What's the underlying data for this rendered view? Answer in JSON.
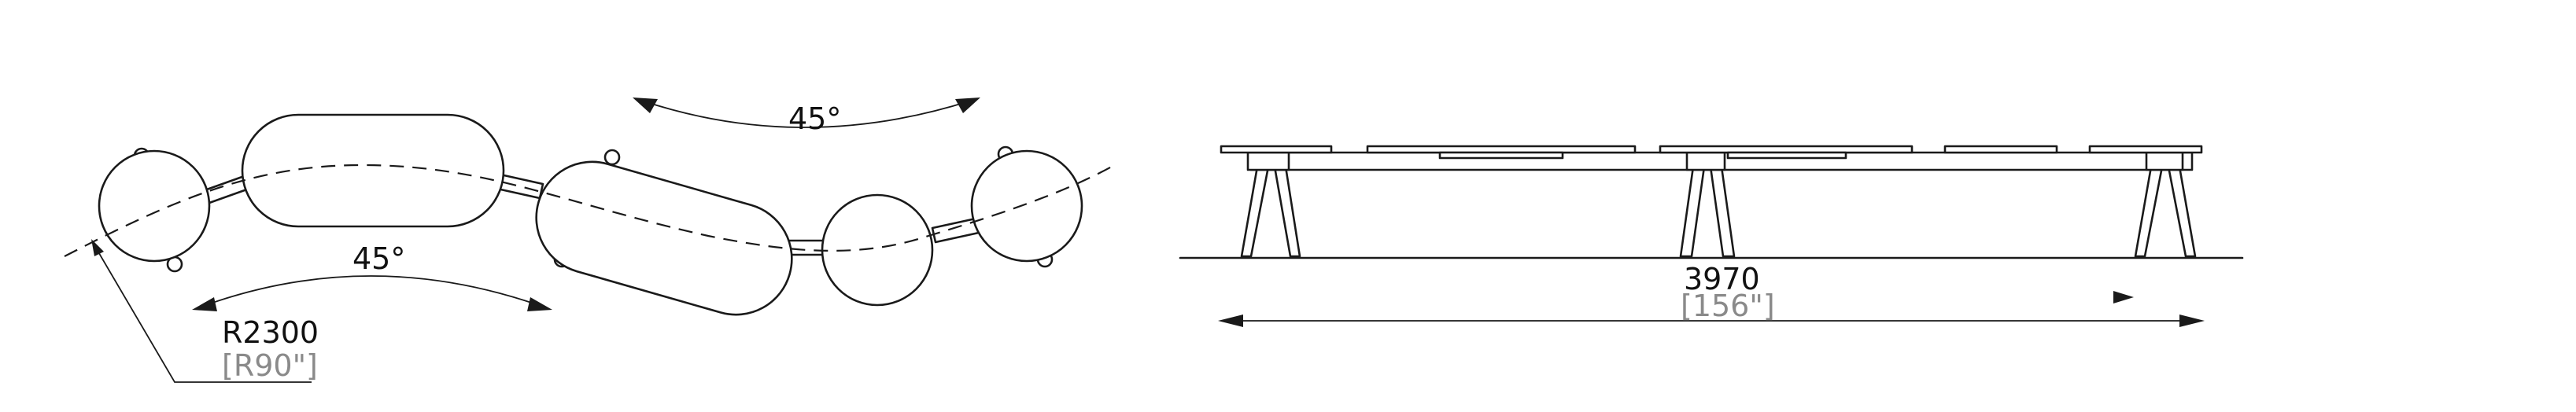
{
  "plan_view": {
    "angle_top": "45°",
    "angle_bottom": "45°",
    "radius_label": "R2300",
    "radius_label_imperial": "[R90\"]"
  },
  "elevation_view": {
    "length_label": "3970",
    "length_label_imperial": "[156\"]"
  },
  "colors": {
    "line": "#1a1a1a",
    "secondary_text": "#8a8a8a",
    "background": "#ffffff"
  }
}
